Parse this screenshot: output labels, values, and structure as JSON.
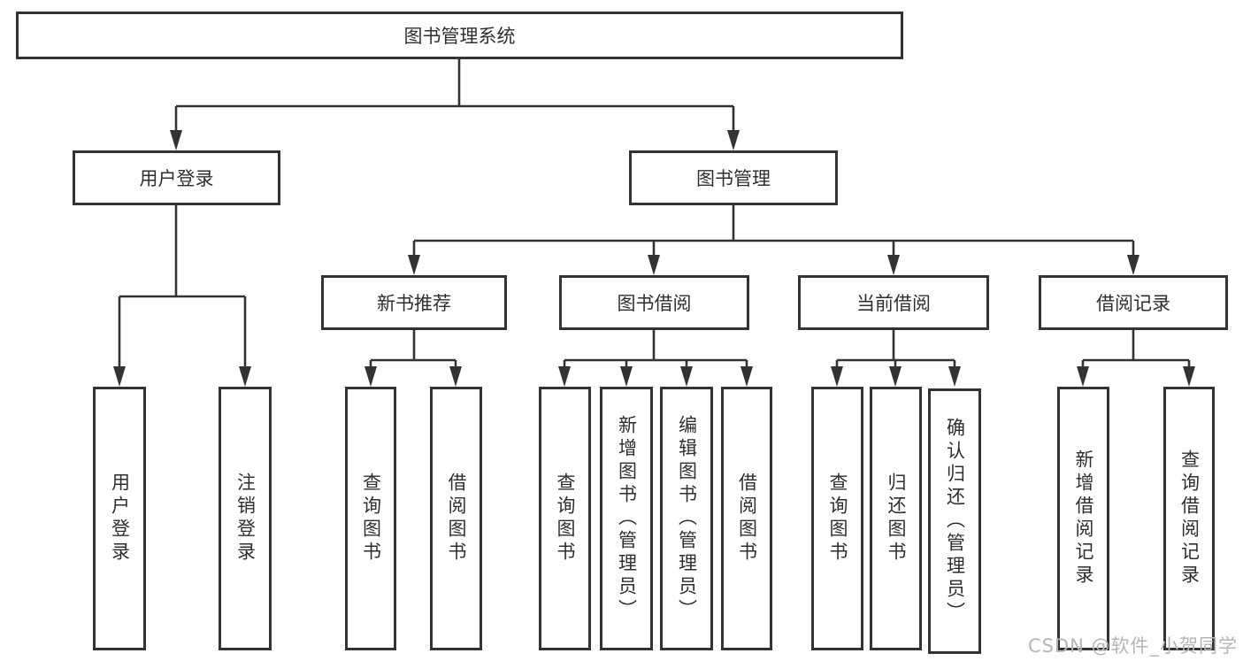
{
  "diagram": {
    "root": {
      "label": "图书管理系统"
    },
    "level2": [
      {
        "label": "用户登录"
      },
      {
        "label": "图书管理"
      }
    ],
    "level3": [
      {
        "label": "新书推荐"
      },
      {
        "label": "图书借阅"
      },
      {
        "label": "当前借阅"
      },
      {
        "label": "借阅记录"
      }
    ],
    "leaves": {
      "user_login": [
        {
          "label": "用户登录"
        },
        {
          "label": "注销登录"
        }
      ],
      "new_book": [
        {
          "label": "查询图书"
        },
        {
          "label": "借阅图书"
        }
      ],
      "book_borrow": [
        {
          "label": "查询图书"
        },
        {
          "label": "新增图书（管理员）"
        },
        {
          "label": "编辑图书（管理员）"
        },
        {
          "label": "借阅图书"
        }
      ],
      "current_borrow": [
        {
          "label": "查询图书"
        },
        {
          "label": "归还图书"
        },
        {
          "label": "确认归还（管理员）"
        }
      ],
      "borrow_records": [
        {
          "label": "新增借阅记录"
        },
        {
          "label": "查询借阅记录"
        }
      ]
    },
    "watermark": "CSDN @软件_小贺同学",
    "colors": {
      "line": "#333333",
      "text": "#2e2f33",
      "watermark": "#b5b5b5",
      "background": "#ffffff"
    }
  }
}
